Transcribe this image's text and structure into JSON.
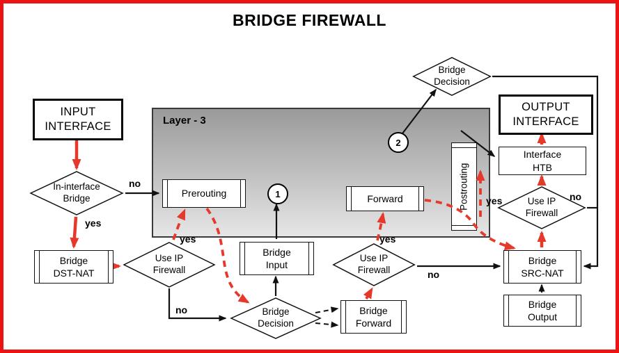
{
  "title": "BRIDGE FIREWALL",
  "colors": {
    "frame_red": "#ec1313",
    "arrow_red": "#e4392b",
    "line_black": "#111111",
    "layer3_top": "#9a9a9a",
    "layer3_bottom": "#e6e6e6"
  },
  "layer3": {
    "label": "Layer - 3"
  },
  "nodes": {
    "input_interface": "INPUT\nINTERFACE",
    "output_interface": "OUTPUT\nINTERFACE",
    "interface_htb": "Interface\nHTB",
    "prerouting": "Prerouting",
    "forward": "Forward",
    "postrouting": "Postrouting",
    "bridge_input": "Bridge\nInput",
    "bridge_dst_nat": "Bridge\nDST-NAT",
    "bridge_src_nat": "Bridge\nSRC-NAT",
    "bridge_output": "Bridge\nOutput",
    "bridge_forward": "Bridge\nForward",
    "in_interface_bridge": "In-interface\nBridge",
    "use_ip_firewall_left": "Use IP\nFirewall",
    "use_ip_firewall_mid": "Use IP\nFirewall",
    "use_ip_firewall_right": "Use IP\nFirewall",
    "bridge_decision_top": "Bridge\nDecision",
    "bridge_decision_bottom": "Bridge\nDecision"
  },
  "connectors": {
    "c1": "1",
    "c2": "2"
  },
  "branch_labels": {
    "in_interface_no": "no",
    "in_interface_yes": "yes",
    "ipfw_left_yes": "yes",
    "ipfw_left_no": "no",
    "ipfw_mid_yes": "yes",
    "ipfw_mid_no": "no",
    "ipfw_right_yes": "yes",
    "ipfw_right_no": "no"
  }
}
